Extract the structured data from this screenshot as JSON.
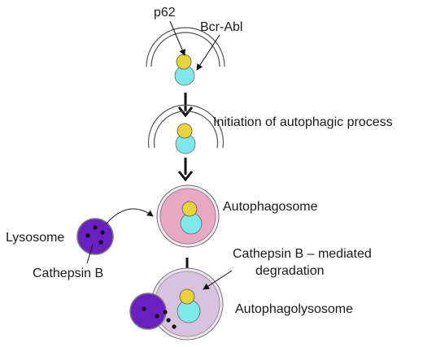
{
  "labels": {
    "p62": "p62",
    "bcr_abl": "Bcr-Abl",
    "initiation": "Initiation of autophagic process",
    "autophagosome": "Autophagosome",
    "lysosome": "Lysosome",
    "cathepsin_b": "Cathepsin B",
    "cathepsin_mediated_line1": "Cathepsin B – mediated",
    "cathepsin_mediated_line2": "degradation",
    "autophagolysosome": "Autophagolysosome"
  },
  "colors": {
    "p62": "#e8d43a",
    "bcr_abl": "#7fe8ec",
    "autophagosome_fill": "#e9a9c2",
    "lysosome_fill": "#6a1fc0",
    "autophagolysosome_fill": "#d7c2df",
    "membrane": "#555555",
    "arrow": "#111111"
  }
}
